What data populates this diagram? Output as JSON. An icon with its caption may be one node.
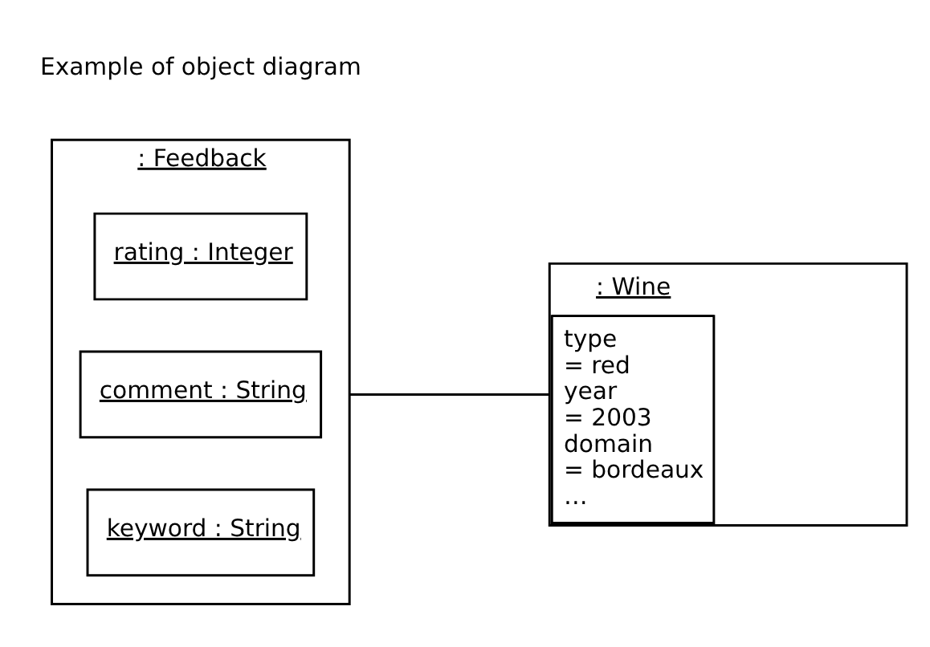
{
  "diagram": {
    "nodes": [
      {
        "text": [
          ": Feedback"
        ]
      },
      {
        "text": [
          "rating : Integer"
        ],
        "in": 0
      },
      {
        "text": [
          "comment : String"
        ],
        "in": 0
      },
      {
        "text": [
          "keyword : String"
        ],
        "in": 0
      },
      {
        "text": [
          ": Wine",
          "type = red year = 2003 domain = bordeaux …"
        ]
      }
    ],
    "edges": [
      {
        "from": 0,
        "to": 4,
        "arrow": "none"
      }
    ],
    "labels": [
      "Example of object diagram"
    ]
  }
}
